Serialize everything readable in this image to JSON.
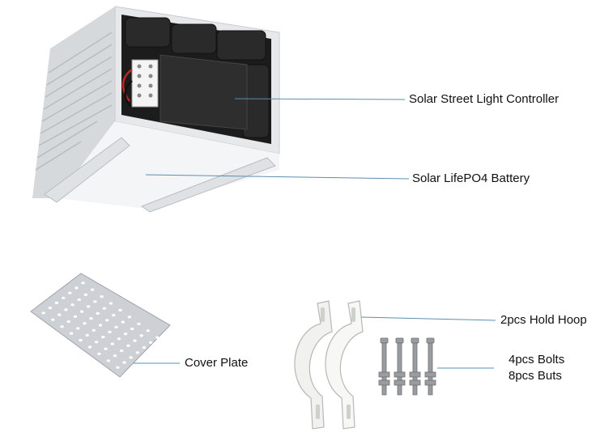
{
  "labels": {
    "controller": "Solar Street Light Controller",
    "battery": "Solar LifePO4 Battery",
    "cover_plate": "Cover Plate",
    "hold_hoop": "2pcs Hold Hoop",
    "bolts": "4pcs Bolts",
    "buts": "8pcs Buts"
  },
  "colors": {
    "leader_line": "#5a8fb0",
    "housing_frame": "#e6e8ea",
    "housing_shadow": "#c4c8cc",
    "compartment": "#1c1c1c",
    "controller_box": "#2e2e2e",
    "plate": "#c9ccd0",
    "hoop": "#f1f1ef",
    "bolt": "#8a8d90"
  },
  "icons": {
    "housing": "street-light-housing-image",
    "plate": "cover-plate-image",
    "hoops": "hold-hoop-image",
    "bolts": "bolts-image"
  }
}
